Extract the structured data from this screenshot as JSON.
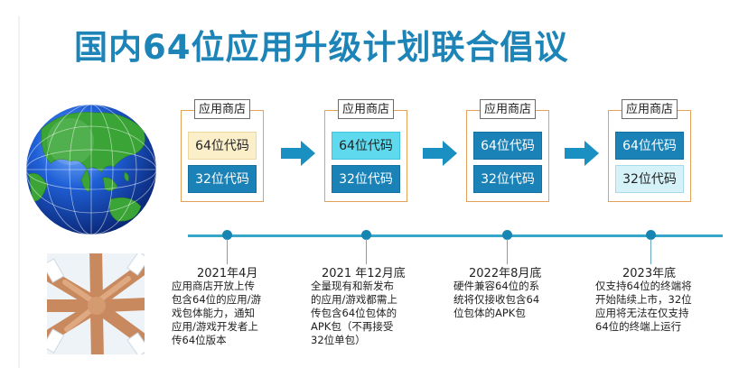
{
  "title": "国内64位应用升级计划联合倡议",
  "icons": {
    "globe": "globe-image",
    "hands": "hands-together-photo",
    "arrow": "right-arrow-icon"
  },
  "colors": {
    "title": "#1d84b8",
    "dark_box": "#1a82b6",
    "timeline": "#37a7c9",
    "frame": "#e3a058"
  },
  "stages": [
    {
      "tag": "应用商店",
      "top": "64位代码",
      "bottom": "32位代码"
    },
    {
      "tag": "应用商店",
      "top": "64位代码",
      "bottom": "32位代码"
    },
    {
      "tag": "应用商店",
      "top": "64位代码",
      "bottom": "32位代码"
    },
    {
      "tag": "应用商店",
      "top": "64位代码",
      "bottom": "32位代码"
    }
  ],
  "milestones": [
    {
      "date": "2021年4月",
      "lines": [
        "应用商店开放上传",
        "包含64位的应用/游",
        "戏包体能力，通知",
        "应用/游戏开发者上",
        "传64位版本"
      ]
    },
    {
      "date": "2021 年12月底",
      "lines": [
        "全量现有和新发布",
        "的应用/游戏都需上",
        "传包含64位包体的",
        "APK包（不再接受",
        "32位单包）"
      ]
    },
    {
      "date": "2022年8月底",
      "lines": [
        "硬件兼容64位的系",
        "统将仅接收包含64",
        "位包体的APK包"
      ]
    },
    {
      "date": "2023年底",
      "lines": [
        "仅支持64位的终端将",
        "开始陆续上市，32位",
        "应用将无法在仅支持",
        "64位的终端上运行"
      ]
    }
  ]
}
